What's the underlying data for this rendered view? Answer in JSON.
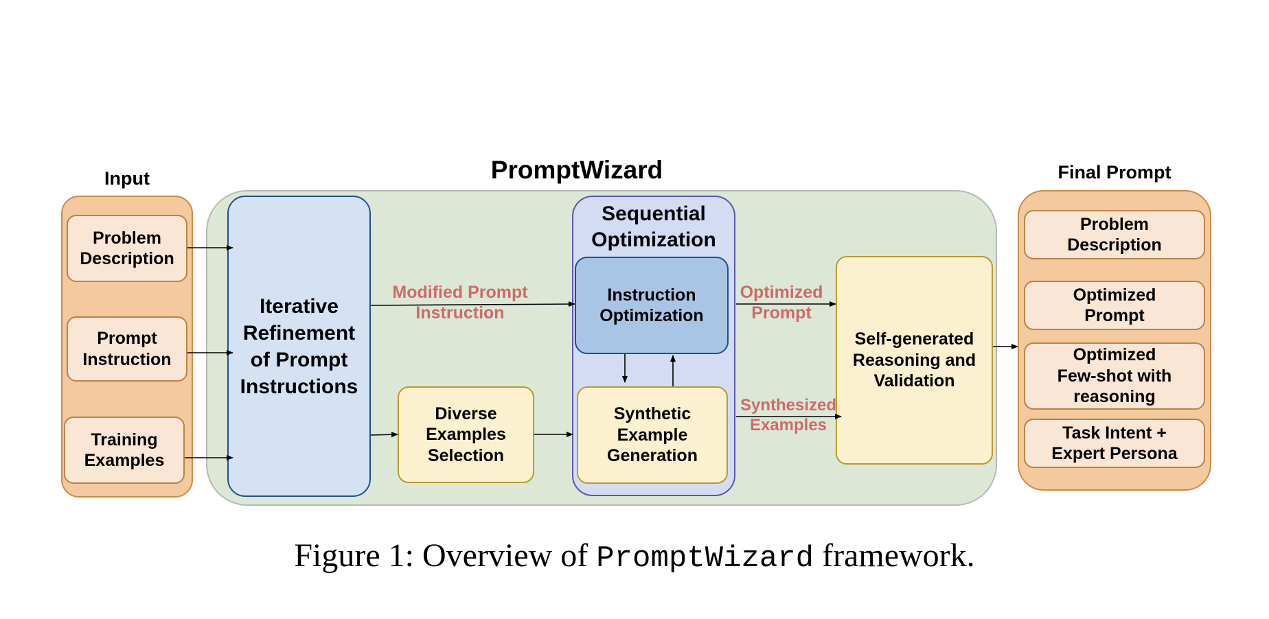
{
  "headings": {
    "input": "Input",
    "wizard": "PromptWizard",
    "sequential": "Sequential\nOptimization",
    "final": "Final Prompt"
  },
  "input_items": {
    "problem": "Problem\nDescription",
    "instruction": "Prompt\nInstruction",
    "training": "Training\nExamples"
  },
  "wizard_nodes": {
    "iterative": "Iterative\nRefinement\nof Prompt\nInstructions",
    "diverse": "Diverse\nExamples\nSelection",
    "instruction_opt": "Instruction\nOptimization",
    "synthetic": "Synthetic\nExample\nGeneration",
    "self_generated": "Self-generated\nReasoning and\nValidation"
  },
  "edge_labels": {
    "modified": "Modified Prompt\nInstruction",
    "optimized": "Optimized\nPrompt",
    "synthesized": "Synthesized\nExamples"
  },
  "final_items": {
    "problem": "Problem\nDescription",
    "optimized_prompt": "Optimized\nPrompt",
    "few_shot": "Optimized\nFew-shot with\nreasoning",
    "task_intent": "Task Intent +\nExpert Persona"
  },
  "caption": {
    "prefix": "Figure 1: Overview of ",
    "code": "PromptWizard",
    "suffix": " framework."
  },
  "colors": {
    "input_panel": "#f3c99d",
    "wizard_panel": "#dce8d5",
    "sequential_panel": "#d3dcf3",
    "blue_box": "#d4e2f3",
    "instruction_box": "#a9c5e6",
    "yellow_box": "#fcf1cf",
    "peach_box": "#f9e6d5",
    "edge_label": "#cd6a6a"
  }
}
